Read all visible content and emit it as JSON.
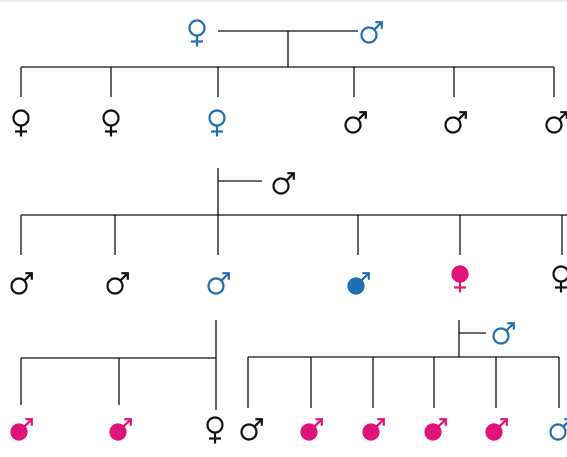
{
  "colors": {
    "black": "#111111",
    "blue": "#1f6fb2",
    "magenta": "#e0137a"
  },
  "generation_1": {
    "parents": [
      {
        "symbol": "female",
        "color": "blue",
        "filled": false
      },
      {
        "symbol": "male",
        "color": "blue",
        "filled": false
      }
    ],
    "children": [
      {
        "symbol": "female",
        "color": "black",
        "filled": false
      },
      {
        "symbol": "female",
        "color": "black",
        "filled": false
      },
      {
        "symbol": "female",
        "color": "blue",
        "filled": false
      },
      {
        "symbol": "male",
        "color": "black",
        "filled": false
      },
      {
        "symbol": "male",
        "color": "black",
        "filled": false
      },
      {
        "symbol": "male",
        "color": "black",
        "filled": false
      }
    ]
  },
  "generation_2": {
    "spouse": {
      "symbol": "male",
      "color": "black",
      "filled": false
    },
    "children": [
      {
        "symbol": "male",
        "color": "black",
        "filled": false
      },
      {
        "symbol": "male",
        "color": "black",
        "filled": false
      },
      {
        "symbol": "male",
        "color": "blue",
        "filled": false
      },
      {
        "symbol": "male",
        "color": "blue",
        "filled": true
      },
      {
        "symbol": "female",
        "color": "magenta",
        "filled": true
      },
      {
        "symbol": "female",
        "color": "black",
        "filled": false
      }
    ]
  },
  "generation_3_left": {
    "children": [
      {
        "symbol": "male",
        "color": "magenta",
        "filled": true
      },
      {
        "symbol": "male",
        "color": "magenta",
        "filled": true
      },
      {
        "symbol": "female",
        "color": "black",
        "filled": false
      }
    ]
  },
  "generation_3_right": {
    "spouse": {
      "symbol": "male",
      "color": "blue",
      "filled": false
    },
    "children": [
      {
        "symbol": "male",
        "color": "black",
        "filled": false
      },
      {
        "symbol": "male",
        "color": "magenta",
        "filled": true
      },
      {
        "symbol": "male",
        "color": "magenta",
        "filled": true
      },
      {
        "symbol": "male",
        "color": "magenta",
        "filled": true
      },
      {
        "symbol": "male",
        "color": "magenta",
        "filled": true
      },
      {
        "symbol": "male",
        "color": "blue",
        "filled": false
      }
    ]
  }
}
